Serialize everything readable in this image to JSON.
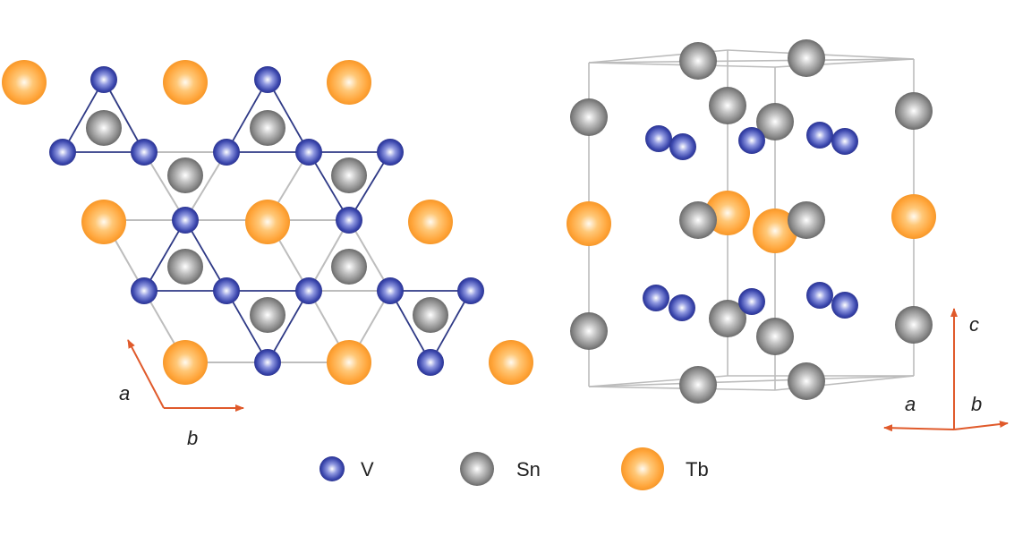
{
  "species": {
    "V": {
      "label": "V",
      "color_light": "#b9bff0",
      "color_mid": "#4f5ec0",
      "color_dark": "#242c8e"
    },
    "Sn": {
      "label": "Sn",
      "color_light": "#f2f2f2",
      "color_mid": "#9a9a9a",
      "color_dark": "#4a4a4a"
    },
    "Tb": {
      "label": "Tb",
      "color_light": "#fff1d6",
      "color_mid": "#ffb24f",
      "color_dark": "#f08a18"
    }
  },
  "left_panel": {
    "axes": {
      "a_label": "a",
      "b_label": "b",
      "color": "#e05a2b"
    },
    "bond_color_v": "#2f3a86",
    "bond_color_grey": "#bdbdbd"
  },
  "right_panel": {
    "axes": {
      "c_label": "c",
      "a_label": "a",
      "b_label": "b",
      "color": "#e05a2b"
    },
    "cell_edge_color": "#bcbcbc"
  },
  "legend": [
    {
      "species": "V",
      "label": "V"
    },
    {
      "species": "Sn",
      "label": "Sn"
    },
    {
      "species": "Tb",
      "label": "Tb"
    }
  ]
}
